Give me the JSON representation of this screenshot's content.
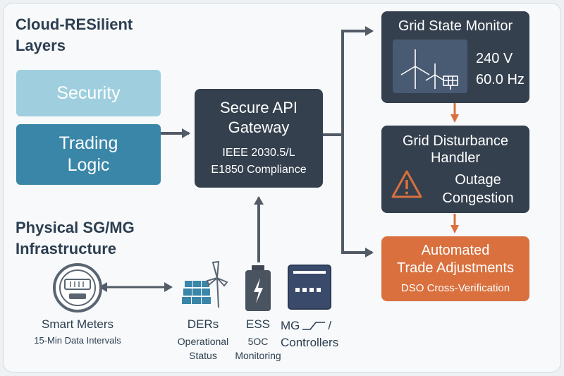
{
  "layers": {
    "cloud_title_line1": "Cloud-RESilient",
    "cloud_title_line2": "Layers",
    "security_label": "Security",
    "trading_line1": "Trading",
    "trading_line2": "Logic",
    "physical_title_line1": "Physical SG/MG",
    "physical_title_line2": "Infrastructure"
  },
  "gateway": {
    "title_line1": "Secure API",
    "title_line2": "Gateway",
    "compliance_line1": "IEEE 2030.5/L",
    "compliance_line2": "E1850 Compliance"
  },
  "monitor": {
    "title": "Grid State Monitor",
    "voltage": "240 V",
    "frequency": "60.0 Hz"
  },
  "disturbance": {
    "title_line1": "Grid Disturbance",
    "title_line2": "Handler",
    "item1": "Outage",
    "item2": "Congestion"
  },
  "trade": {
    "title_line1": "Automated",
    "title_line2": "Trade Adjustments",
    "subtitle": "DSO Cross-Verification"
  },
  "devices": {
    "meters_label": "Smart Meters",
    "meters_sub": "15-Min Data Intervals",
    "ders_label": "DERs",
    "ders_sub1": "Operational",
    "ders_sub2": "Status",
    "ess_label": "ESS",
    "ess_sub1": "5OC",
    "ess_sub2": "Monitoring",
    "mg_label_line1": "MG",
    "mg_label_slash": "/",
    "mg_label_line2": "Controllers"
  },
  "colors": {
    "security": "#9fcfde",
    "trading": "#3a86a8",
    "dark_box": "#34404e",
    "trade": "#d9703e",
    "arrow_dark": "#525b66",
    "arrow_orange": "#d9703e"
  }
}
